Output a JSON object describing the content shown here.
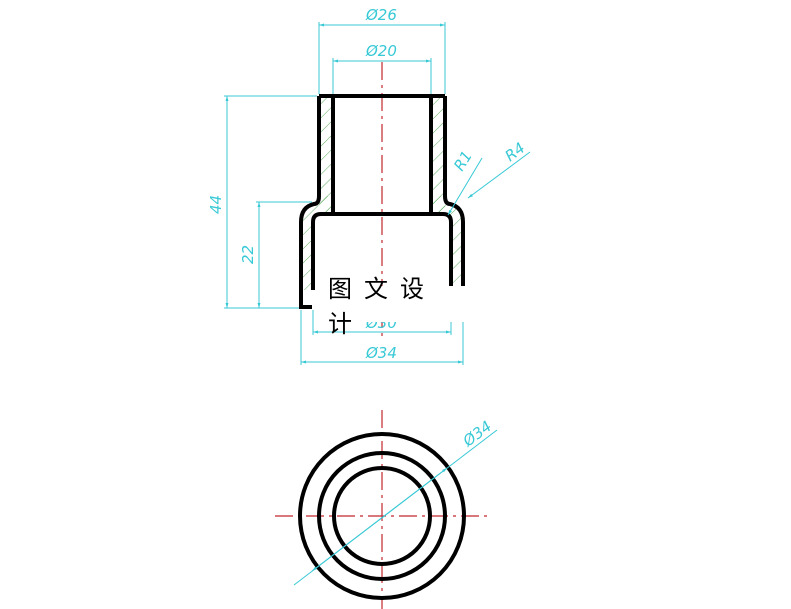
{
  "drawing": {
    "watermark": "图文设计",
    "colors": {
      "outline": "#000000",
      "dimension": "#38c9d6",
      "centerline": "#c0282d",
      "hatch": "#3a9a3a"
    },
    "front_view": {
      "dimensions": {
        "top_outer_dia": "Ø26",
        "top_inner_dia": "Ø20",
        "bottom_inner_dia": "Ø30",
        "bottom_outer_dia": "Ø34",
        "total_height": "44",
        "lower_height": "22",
        "fillet_small": "R1",
        "fillet_large": "R4"
      }
    },
    "top_view": {
      "dimensions": {
        "outer_dia": "Ø34"
      }
    }
  }
}
